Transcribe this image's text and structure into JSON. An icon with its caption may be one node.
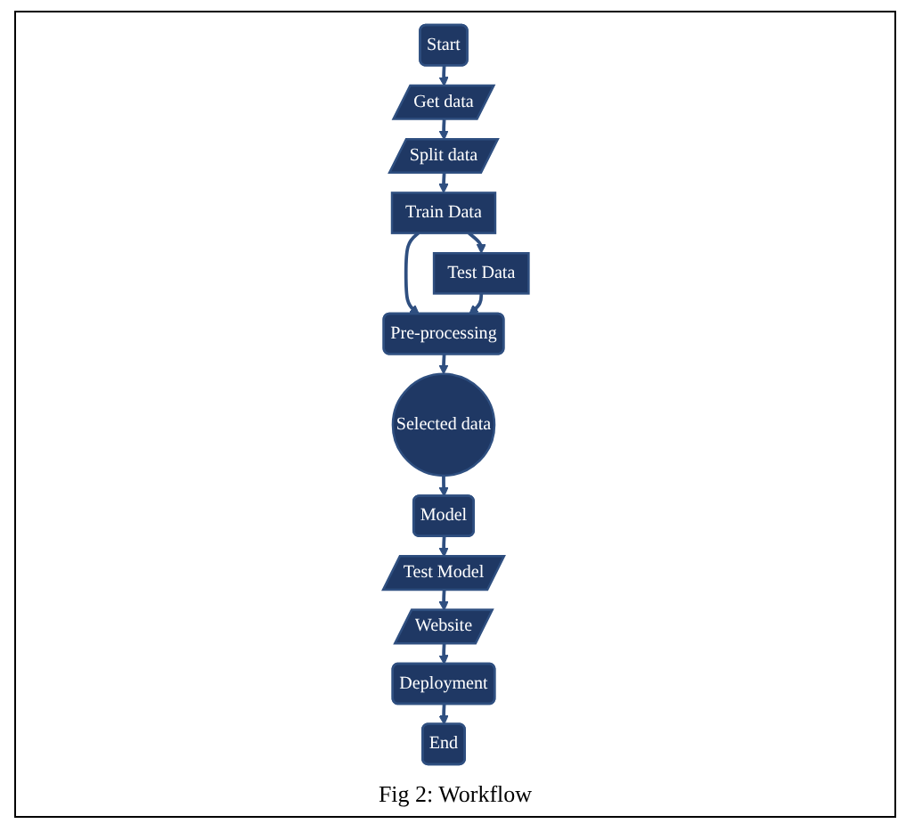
{
  "diagram": {
    "caption": "Fig 2: Workflow",
    "nodes": [
      {
        "text": [
          "Start"
        ]
      },
      {
        "text": [
          "Get data"
        ]
      },
      {
        "text": [
          "Split data"
        ]
      },
      {
        "text": [
          "Train Data"
        ]
      },
      {
        "text": [
          "Test Data"
        ]
      },
      {
        "text": [
          "Pre-processing"
        ]
      },
      {
        "text": [
          "Selected data"
        ]
      },
      {
        "text": [
          "Model"
        ]
      },
      {
        "text": [
          "Test Model"
        ]
      },
      {
        "text": [
          "Website"
        ]
      },
      {
        "text": [
          "Deployment"
        ]
      },
      {
        "text": [
          "End"
        ]
      }
    ],
    "edges": [
      {
        "from": 0,
        "to": 1,
        "arrow": "to"
      },
      {
        "from": 1,
        "to": 2,
        "arrow": "to"
      },
      {
        "from": 2,
        "to": 3,
        "arrow": "to"
      },
      {
        "from": 3,
        "to": 5,
        "arrow": "to"
      },
      {
        "from": 3,
        "to": 4,
        "arrow": "to"
      },
      {
        "from": 4,
        "to": 5,
        "arrow": "to"
      },
      {
        "from": 5,
        "to": 6,
        "arrow": "to"
      },
      {
        "from": 6,
        "to": 7,
        "arrow": "to"
      },
      {
        "from": 7,
        "to": 8,
        "arrow": "to"
      },
      {
        "from": 8,
        "to": 9,
        "arrow": "to"
      },
      {
        "from": 9,
        "to": 10,
        "arrow": "to"
      },
      {
        "from": 10,
        "to": 11,
        "arrow": "to"
      }
    ]
  }
}
